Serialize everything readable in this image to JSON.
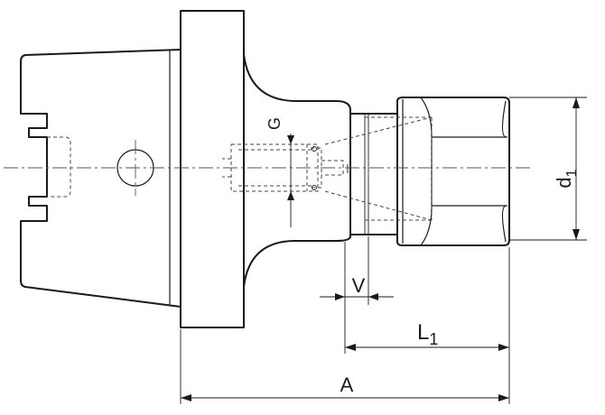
{
  "labels": {
    "G": "G",
    "V": "V",
    "L": "L",
    "L_sub": "1",
    "A": "A",
    "d": "d",
    "d_sub": "1"
  }
}
